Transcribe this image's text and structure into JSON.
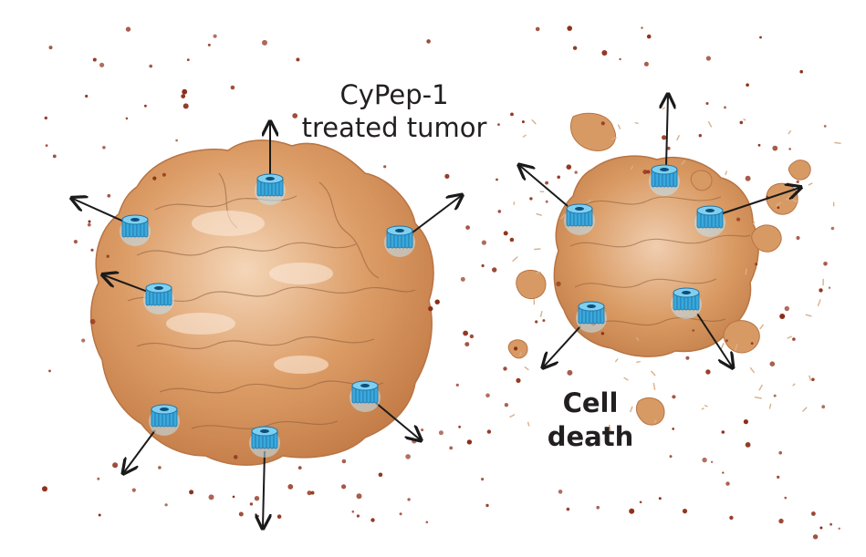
{
  "labels": {
    "treated_line1": "CyPep-1",
    "treated_line2": "treated tumor",
    "death_line1": "Cell",
    "death_line2": "death"
  },
  "colors": {
    "tumor_fill": "#d9975f",
    "tumor_light": "#f1cfae",
    "tumor_dark": "#b36b3a",
    "pore_blue": "#3aa9dc",
    "pore_dark": "#1f73a8",
    "particle": "#8b2a14",
    "arrow": "#1a1a1a"
  },
  "icons": {
    "pore": "membrane-pore-icon",
    "arrow": "outward-arrow-icon"
  }
}
